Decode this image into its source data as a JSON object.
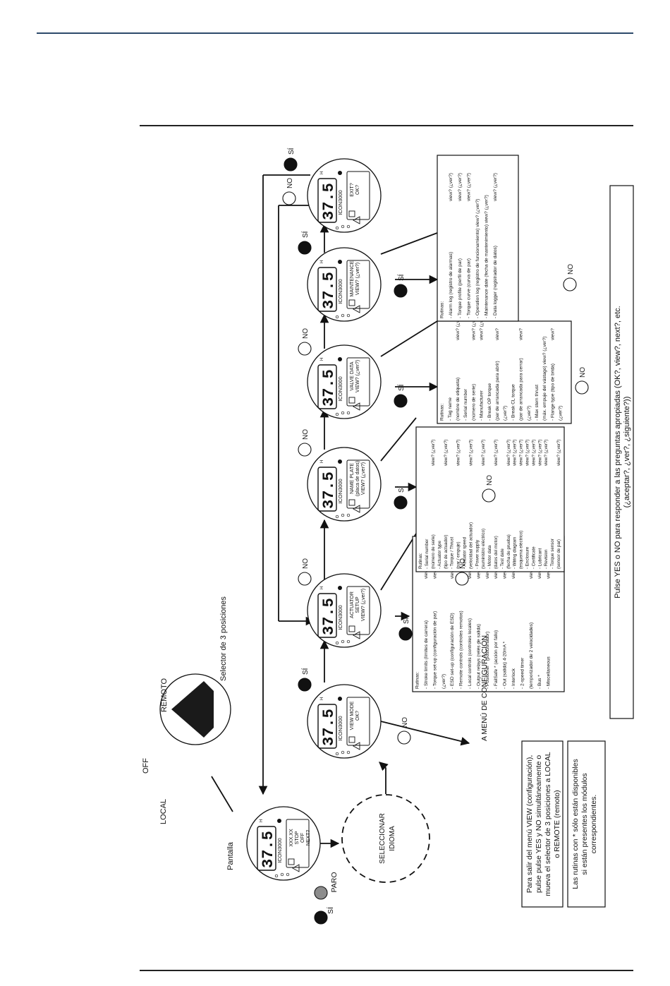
{
  "display": {
    "value": "37.5",
    "model": "ICON3000"
  },
  "labels": {
    "pantalla": "Pantalla",
    "local": "LOCAL",
    "off": "OFF",
    "remoto": "REMOTO",
    "selector": "Selector de 3 posiciones",
    "paro": "PARO",
    "si": "SÍ",
    "no": "NO",
    "seleccionar": "SELECCIONAR",
    "idioma": "IDIOMA",
    "a_menu": "A MENÚ DE CONFIGURACIÓN"
  },
  "screens": {
    "main": [
      "XXX.XX",
      "STOP",
      "OFF",
      "NEXT?"
    ],
    "viewmode": [
      "VIEW MODE",
      "OK?"
    ],
    "actuator": [
      "ACTUATOR",
      "SETUP",
      "VIEW? (¿ver?)"
    ],
    "nameplate": [
      "NAME PLATE",
      "(placa de datos)",
      "VIEW? (¿ver?)"
    ],
    "valve": [
      "VALVE DATA",
      "VIEW? (¿ver?)"
    ],
    "maintenance": [
      "MAINTENANCE",
      "VIEW? (¿ver?)"
    ],
    "exit": [
      "EXIT?",
      "OK?"
    ]
  },
  "routines": {
    "title": "Rutinas:",
    "actuator": [
      [
        "- Stroke limits (límites de carrera)",
        "view? (¿ver?)"
      ],
      [
        "- Torque set-up (configuración de par)",
        "view?"
      ],
      [
        "(¿ver?)",
        ""
      ],
      [
        "- ESD set-up (configuración de ESD)",
        "view? (¿ver?)"
      ],
      [
        "- Remote controls (controles remotos)",
        "view? (¿ver?)"
      ],
      [
        "- Local controls (controles locales)",
        "view? (¿ver?)"
      ],
      [
        "- Output relays (relés de salida)",
        "view? (¿ver?)"
      ],
      [
        "- Positioner * (posicionador)",
        "view? (¿ver?)"
      ],
      [
        "- FailSafe * (acción por fallo)",
        "view? (¿ver?)"
      ],
      [
        "- Out (salida) 4-20mA *",
        "view? (¿ver?)"
      ],
      [
        "- Interlock",
        "view? (¿ver?)"
      ],
      [
        "- 2-speed timer",
        ""
      ],
      [
        "(temporizador de 2 velocidades)",
        "view? (¿ver?)"
      ],
      [
        "- Bus *",
        "view? (¿ver?)"
      ],
      [
        "- Miscellaneous",
        "view? (¿ver?)"
      ]
    ],
    "nameplate": [
      [
        "- Serial number",
        ""
      ],
      [
        "(número de serie)",
        "view? (¿ver?)"
      ],
      [
        "- Actuator type",
        ""
      ],
      [
        "(tipo de actuador)",
        "view? (¿ver?)"
      ],
      [
        "- Torque / Thrust",
        ""
      ],
      [
        "(par / empuje)",
        "view? (¿ver?)"
      ],
      [
        "- Actuator speed",
        ""
      ],
      [
        "(velocidad del actuador)",
        "view? (¿ver?)"
      ],
      [
        "- Power supply",
        ""
      ],
      [
        "(suministro eléctrico)",
        "view? (¿ver?)"
      ],
      [
        "- Motor data",
        ""
      ],
      [
        "(datos del motor)",
        "view? (¿ver?)"
      ],
      [
        "- Test date",
        ""
      ],
      [
        "(fecha de prueba)",
        "view? (¿ver?)"
      ],
      [
        "- Wiring diagram",
        "view? (¿ver?)"
      ],
      [
        "(esquema eléctrico)",
        "view? (¿ver?)"
      ],
      [
        "- Enclosure",
        "view? (¿ver?)"
      ],
      [
        "- Certificate",
        "view? (¿ver?)"
      ],
      [
        "- Lubricant",
        "view? (¿ver?)"
      ],
      [
        "- Revision",
        "view? (¿ver?)"
      ],
      [
        "- Torque sensor",
        ""
      ],
      [
        "(sensor de par)",
        "view? (¿ver?)"
      ]
    ],
    "valve": [
      [
        "- Tag name",
        ""
      ],
      [
        "(nombre de etiqueta)",
        "view? (¿ver?)"
      ],
      [
        "- Serial number",
        ""
      ],
      [
        "(número de serie)",
        "view? (¿ver?)"
      ],
      [
        "- Manufacturer",
        "view? (¿ver?)"
      ],
      [
        "- Break OP torque",
        ""
      ],
      [
        "(par de arrancada para abrir)",
        "view?"
      ],
      [
        "(¿ver?)",
        ""
      ],
      [
        "- Break CL torque",
        ""
      ],
      [
        "(par de arrancada para cerrar)",
        "view?"
      ],
      [
        "(¿ver?)",
        ""
      ],
      [
        "- Max stem thrust",
        ""
      ],
      [
        "(máx. empuje del vástago) view? (¿ver?)",
        ""
      ],
      [
        "- Flange type (tipo de brida)",
        "view?"
      ],
      [
        "(¿ver?)",
        ""
      ]
    ],
    "maintenance": [
      [
        "- Alarm log (registro de alarmas)",
        "view? (¿ver?)"
      ],
      [
        "- Torque profile (perfil de par)",
        "view? (¿ver?)"
      ],
      [
        "- Torque curve (curva de par)",
        "view? (¿ver?)"
      ],
      [
        "- Operation log (registro de funcionamiento) view? (¿ver?)",
        ""
      ],
      [
        "- Maintenance date (fecha de mantenimiento) view? (¿ver?)",
        ""
      ],
      [
        "- Data logger (registrador de datos)",
        "view? (¿ver?)"
      ]
    ]
  },
  "notes": {
    "exit": [
      "Para salir del menú VIEW (configuración),",
      "pulse pulse YES y NO simultáneamente o",
      "mueva el selector de 3 posiciones a LOCAL",
      "o REMOTE (remoto)"
    ],
    "asterisk": [
      "Las rutinas con * sólo están disponibles",
      "si están presentes los módulos",
      "correspondientes."
    ],
    "press": [
      "Pulse YES o NO para responder a las preguntas apropiadas (OK?, view?, next?, etc.",
      "(¿aceptar?, ¿ver?, ¿siguiente?))"
    ]
  }
}
